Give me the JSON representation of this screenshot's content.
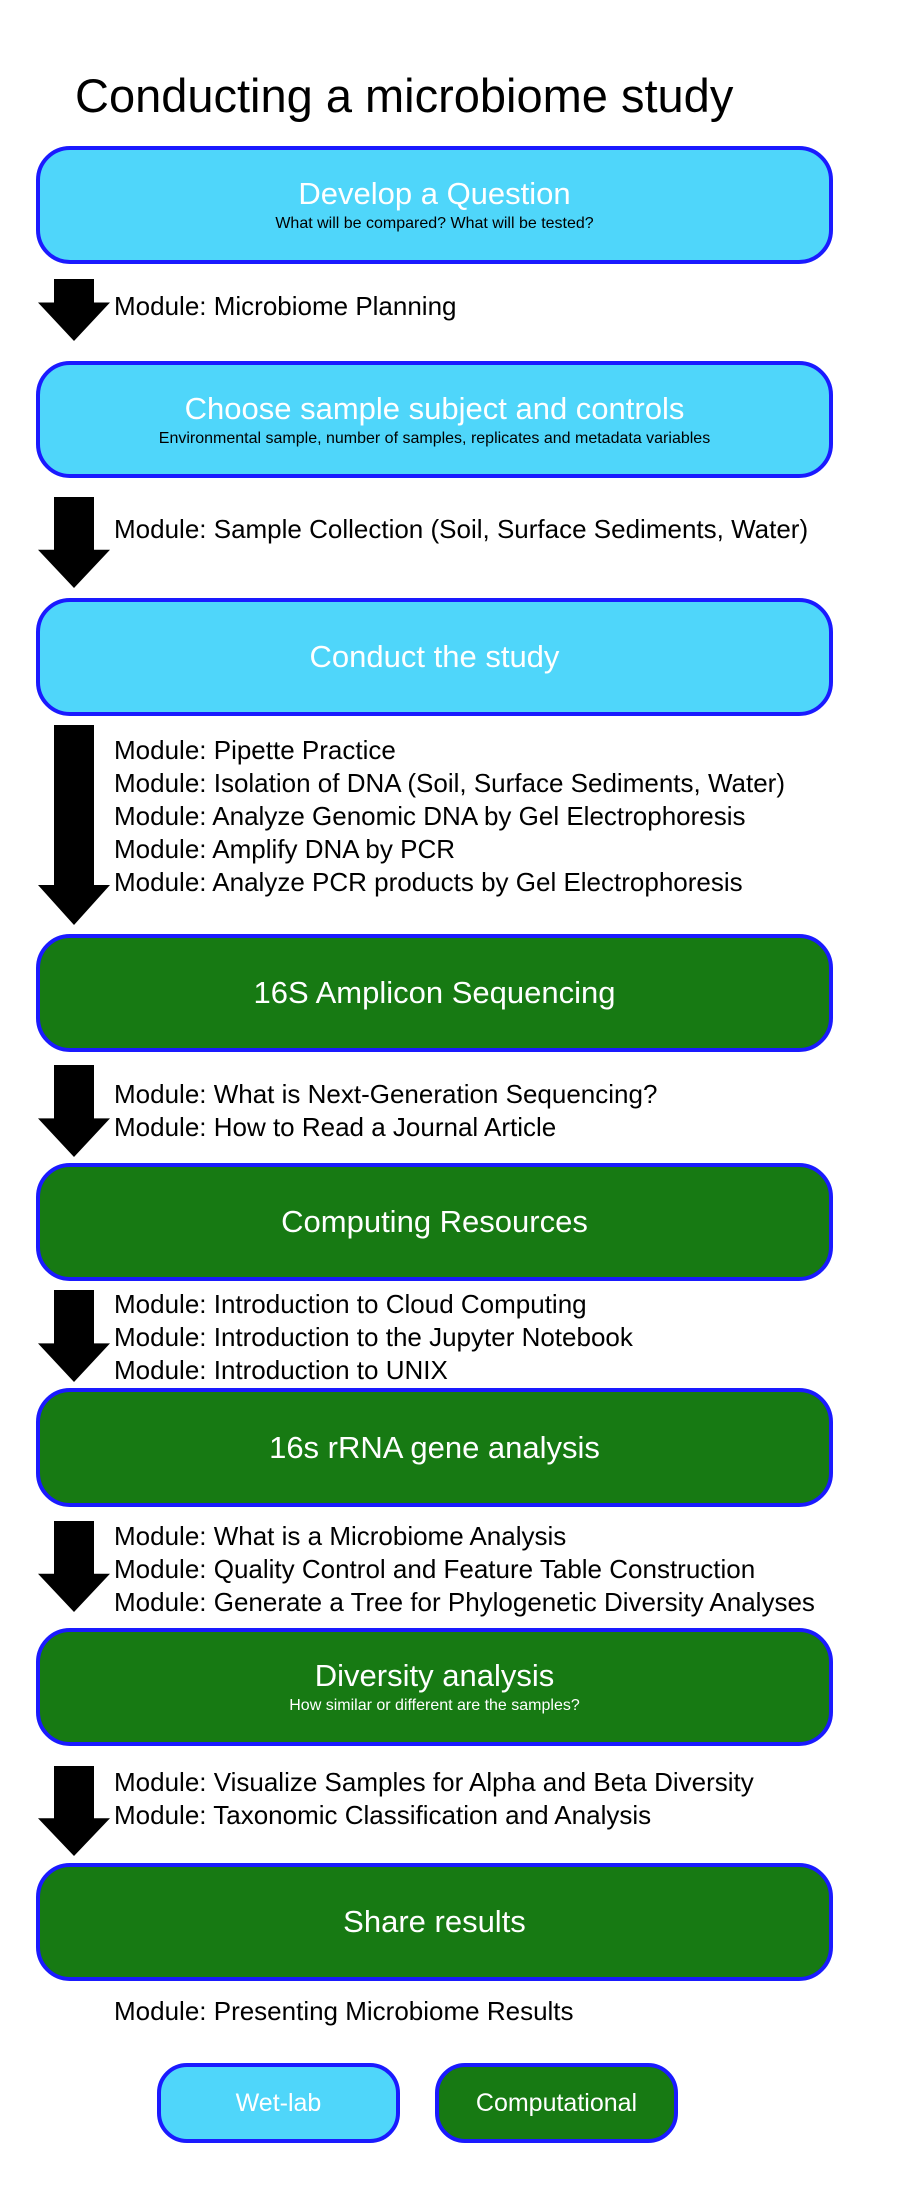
{
  "title": "Conducting a microbiome study",
  "colors": {
    "wet_lab": "#4fd6fa",
    "computational": "#177a13",
    "border": "#1a1aff",
    "arrow": "#000000"
  },
  "steps": [
    {
      "heading": "Develop a Question",
      "subtitle": "What will be compared? What will be tested?",
      "category": "wet-lab"
    },
    {
      "heading": "Choose sample subject and controls",
      "subtitle": "Environmental sample, number of samples, replicates and metadata variables",
      "category": "wet-lab"
    },
    {
      "heading": "Conduct the study",
      "category": "wet-lab"
    },
    {
      "heading": "16S Amplicon Sequencing",
      "category": "computational"
    },
    {
      "heading": "Computing Resources",
      "category": "computational"
    },
    {
      "heading": "16s rRNA gene analysis",
      "category": "computational"
    },
    {
      "heading": "Diversity analysis",
      "subtitle": "How similar or different are the samples?",
      "category": "computational"
    },
    {
      "heading": "Share results",
      "category": "computational"
    }
  ],
  "module_groups": [
    [
      "Module: Microbiome Planning"
    ],
    [
      "Module: Sample Collection (Soil, Surface Sediments, Water)"
    ],
    [
      "Module: Pipette Practice",
      "Module: Isolation of DNA (Soil, Surface Sediments, Water)",
      "Module: Analyze Genomic DNA by Gel Electrophoresis",
      "Module: Amplify DNA by PCR",
      "Module: Analyze PCR products by Gel Electrophoresis"
    ],
    [
      "Module: What is Next-Generation Sequencing?",
      "Module: How to Read a Journal Article"
    ],
    [
      "Module: Introduction to Cloud Computing",
      "Module: Introduction to the Jupyter Notebook",
      "Module: Introduction to UNIX"
    ],
    [
      "Module: What is a Microbiome Analysis",
      "Module: Quality Control and Feature Table Construction",
      "Module: Generate a Tree for Phylogenetic Diversity Analyses"
    ],
    [
      "Module: Visualize Samples for Alpha and Beta Diversity",
      "Module: Taxonomic Classification and Analysis"
    ],
    [
      "Module: Presenting Microbiome Results"
    ]
  ],
  "legend": {
    "wet_lab": "Wet-lab",
    "computational": "Computational"
  }
}
